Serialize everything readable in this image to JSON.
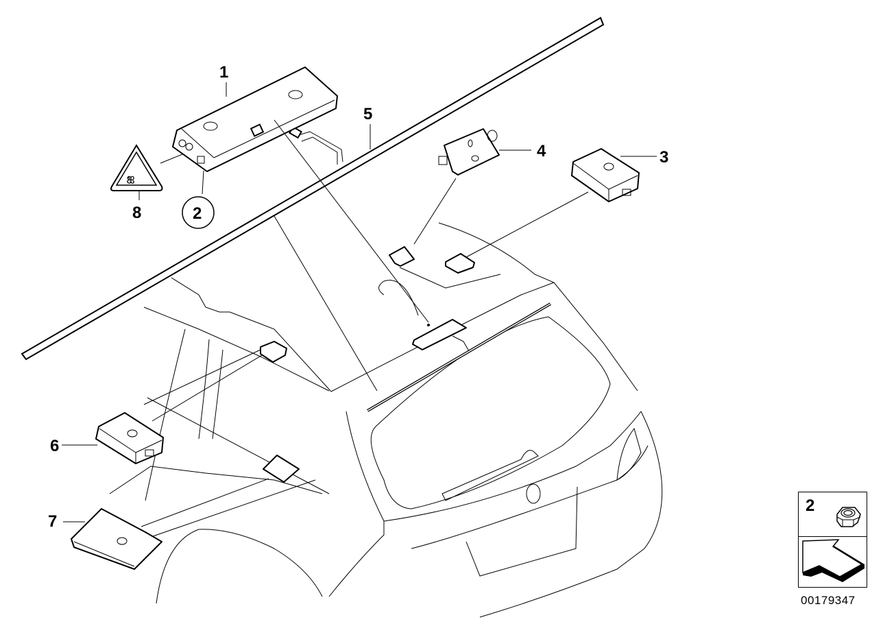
{
  "diagram": {
    "title": "Antenna components / rear window antenna amplifiers",
    "callouts": [
      {
        "id": "1",
        "label": "1",
        "part": "antenna amplifier (roof)"
      },
      {
        "id": "2",
        "label": "2",
        "part": "hex nut",
        "circled": true
      },
      {
        "id": "3",
        "label": "3",
        "part": "control module"
      },
      {
        "id": "4",
        "label": "4",
        "part": "antenna amplifier / filter"
      },
      {
        "id": "5",
        "label": "5",
        "part": "antenna strip / cable"
      },
      {
        "id": "6",
        "label": "6",
        "part": "control module"
      },
      {
        "id": "7",
        "label": "7",
        "part": "antenna amplifier bracket"
      },
      {
        "id": "8",
        "label": "8",
        "part": "warning label"
      }
    ],
    "legend": {
      "item_number": "2",
      "item_icon": "hex-nut-icon",
      "arrow_icon": "installation-direction-arrow-icon"
    },
    "diagram_id": "00179347"
  }
}
